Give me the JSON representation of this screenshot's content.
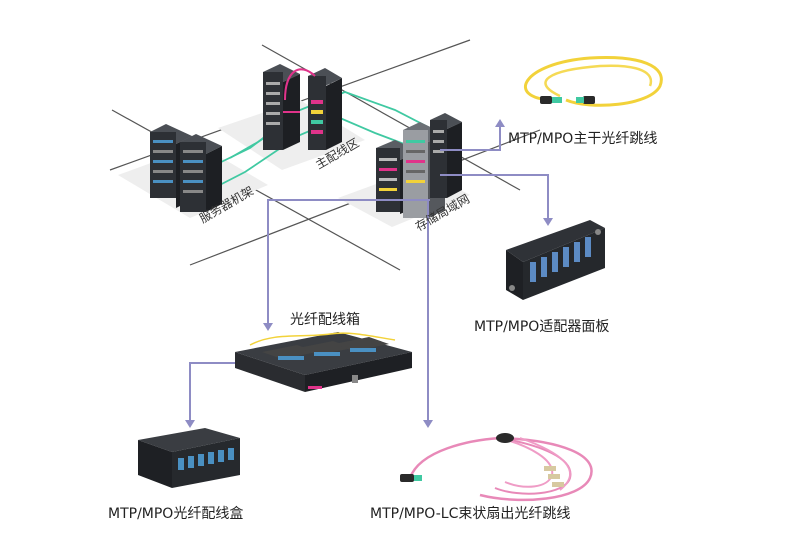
{
  "areas": {
    "server_rack": "服务器机架",
    "main_distribution": "主配线区",
    "storage_network": "存储局域网"
  },
  "products": {
    "trunk_cable": "MTP/MPO主干光纤跳线",
    "adapter_panel": "MTP/MPO适配器面板",
    "fiber_enclosure": "光纤配线箱",
    "cassette": "MTP/MPO光纤配线盒",
    "harness_cable": "MTP/MPO-LC束状扇出光纤跳线"
  },
  "colors": {
    "connector_line": "#8e8cc4",
    "patch_green": "#40c9a2",
    "patch_pink": "#e0338a",
    "yellow_cable": "#f2d23a",
    "pink_cable": "#e889b8",
    "rack_dark": "#2d3035"
  }
}
